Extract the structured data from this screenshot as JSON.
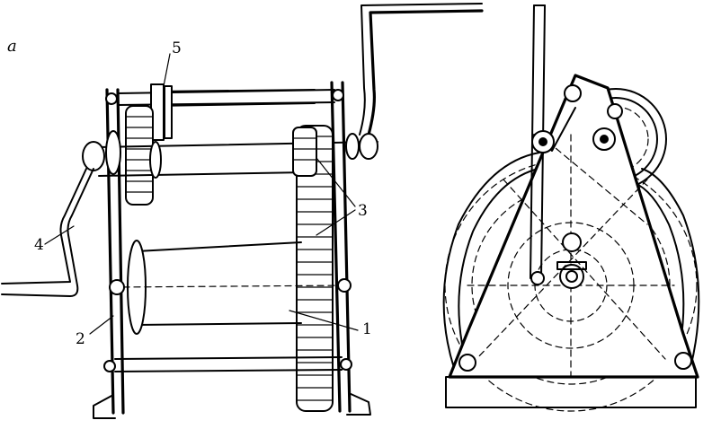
{
  "figure": {
    "panel_label": "a",
    "labels": {
      "drum": "1",
      "frame": "2",
      "gears": "3",
      "handle": "4",
      "shaft": "5"
    }
  },
  "colors": {
    "ink": "#000000",
    "background": "#ffffff"
  }
}
